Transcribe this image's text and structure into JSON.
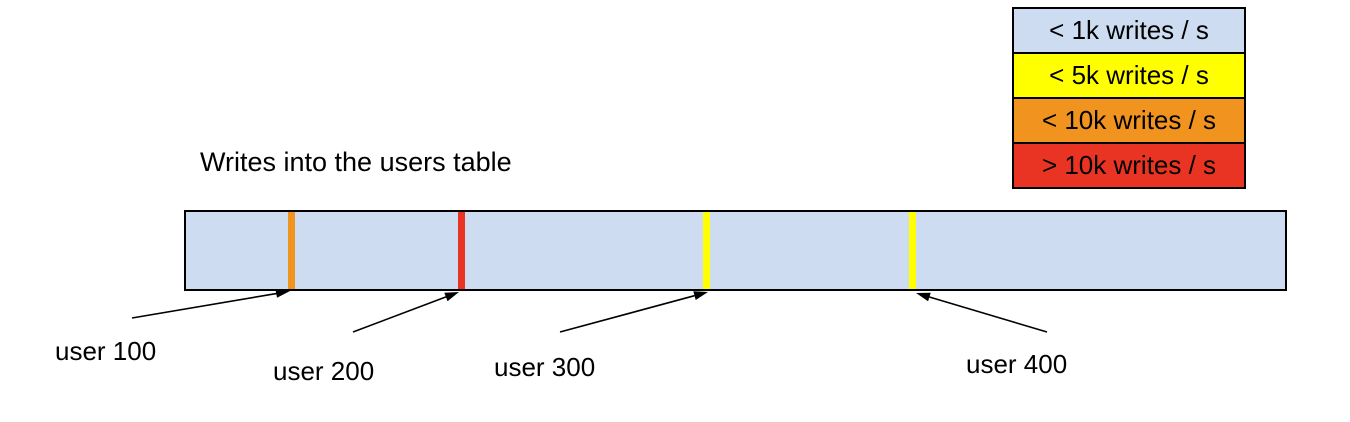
{
  "title": "Writes into the users table",
  "legend": {
    "items": [
      {
        "label": "< 1k writes / s",
        "color": "#cddcf0"
      },
      {
        "label": "< 5k writes / s",
        "color": "#ffff00"
      },
      {
        "label": "< 10k writes / s",
        "color": "#f0941f"
      },
      {
        "label": "> 10k writes / s",
        "color": "#ea3423"
      }
    ]
  },
  "bar": {
    "fill": "#cddcf0",
    "border_color": "#000000",
    "markers": [
      {
        "label": "user 100",
        "color": "#f0941f"
      },
      {
        "label": "user 200",
        "color": "#ea3423"
      },
      {
        "label": "user 300",
        "color": "#ffff00"
      },
      {
        "label": "user 400",
        "color": "#ffff00"
      }
    ]
  }
}
